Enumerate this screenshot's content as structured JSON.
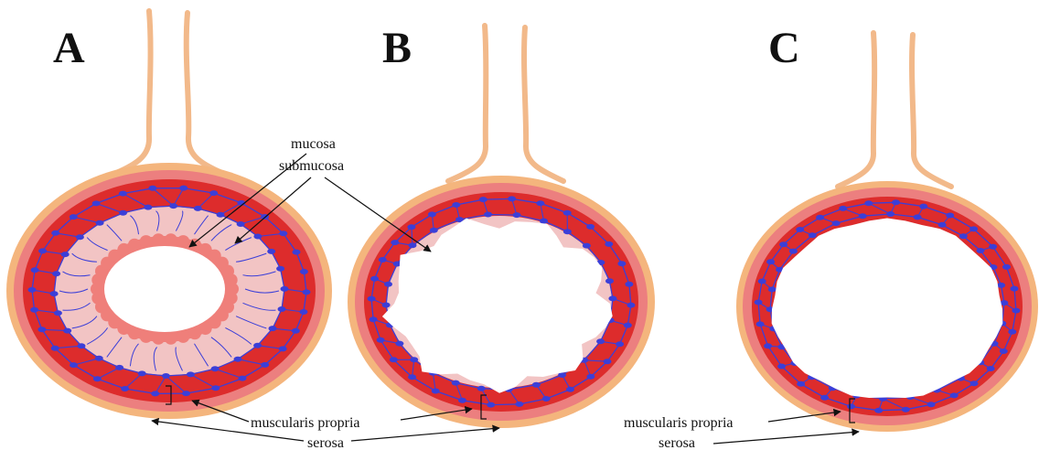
{
  "panels": [
    {
      "letter": "A"
    },
    {
      "letter": "B"
    },
    {
      "letter": "C"
    }
  ],
  "labels": {
    "mucosa": "mucosa",
    "submucosa": "submucosa",
    "muscularis_a": "muscularis propria",
    "serosa_a": "serosa",
    "muscularis_c": "muscularis propria",
    "serosa_c": "serosa"
  },
  "colors": {
    "mesentery": "#f2b98a",
    "serosa": "#f4b57d",
    "outer_pink": "#ec7f7f",
    "muscularis": "#dd2c2c",
    "submucosa": "#f2c4c4",
    "mucosa": "#ef7f7a",
    "vessel": "#3b3fd8",
    "lumen": "#ffffff"
  }
}
